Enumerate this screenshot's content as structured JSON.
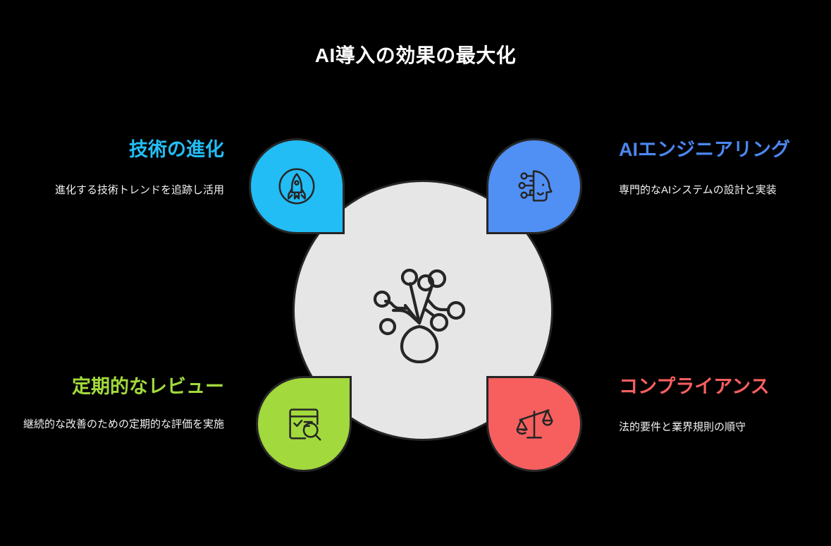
{
  "page": {
    "title": "AI導入の効果の最大化",
    "background_color": "#000000"
  },
  "center": {
    "icon_name": "network-tree-icon",
    "circle_color": "#e6e6e6",
    "outline_color": "#262626"
  },
  "quadrants": [
    {
      "position": "top-left",
      "heading": "技術の進化",
      "description": "進化する技術トレンドを追跡し活用",
      "color": "#22bdf5",
      "icon_name": "rocket-icon"
    },
    {
      "position": "top-right",
      "heading": "AIエンジニアリング",
      "description": "専門的なAIシステムの設計と実装",
      "color": "#5090f5",
      "heading_color": "#4b87f0",
      "icon_name": "ai-head-circuit-icon"
    },
    {
      "position": "bottom-left",
      "heading": "定期的なレビュー",
      "description": "継続的な改善のための定期的な評価を実施",
      "color": "#a2d93c",
      "icon_name": "document-review-search-icon"
    },
    {
      "position": "bottom-right",
      "heading": "コンプライアンス",
      "description": "法的要件と業界規則の順守",
      "color": "#f75f5f",
      "icon_name": "scales-of-justice-icon"
    }
  ]
}
